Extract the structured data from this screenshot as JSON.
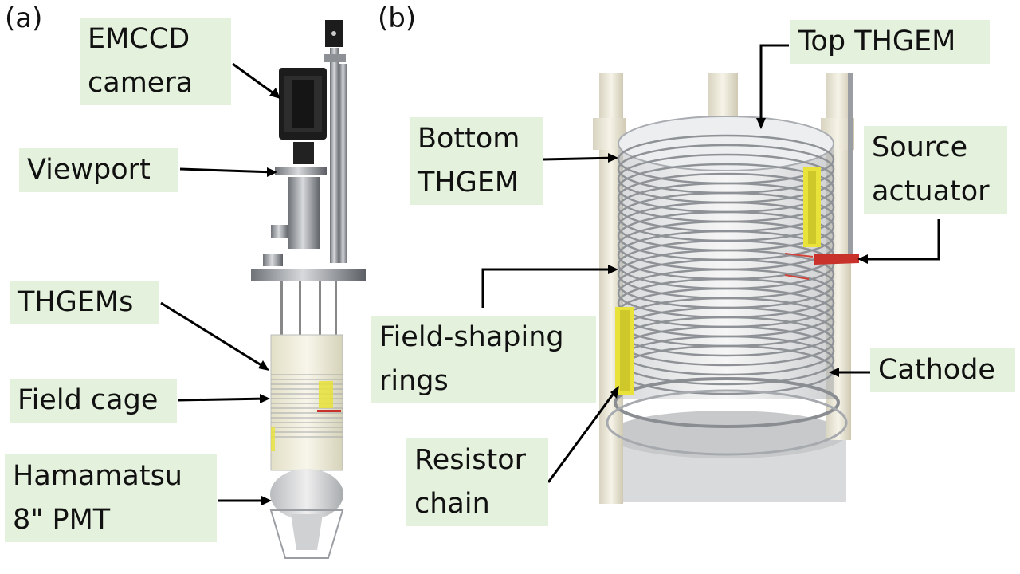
{
  "panels": {
    "a": "(a)",
    "b": "(b)"
  },
  "labels": {
    "emccd": [
      "EMCCD",
      "camera"
    ],
    "viewport": [
      "Viewport"
    ],
    "thgems": [
      "THGEMs"
    ],
    "field_cage": [
      "Field cage"
    ],
    "pmt": [
      "Hamamatsu",
      "8\" PMT"
    ],
    "top_thgem": [
      "Top THGEM"
    ],
    "bottom_thgem": [
      "Bottom",
      "THGEM"
    ],
    "source_actuator": [
      "Source",
      "actuator"
    ],
    "field_shaping": [
      "Field-shaping",
      "rings"
    ],
    "cathode": [
      "Cathode"
    ],
    "resistor_chain": [
      "Resistor",
      "chain"
    ]
  },
  "colors": {
    "label_bg": "#e4f1dc",
    "steel": "#9a9ea3",
    "camera_body": "#1c1c1c",
    "resistor_yellow": "#e8e23a",
    "actuator_red": "#c8322a",
    "pillar": "#ece8d8"
  }
}
